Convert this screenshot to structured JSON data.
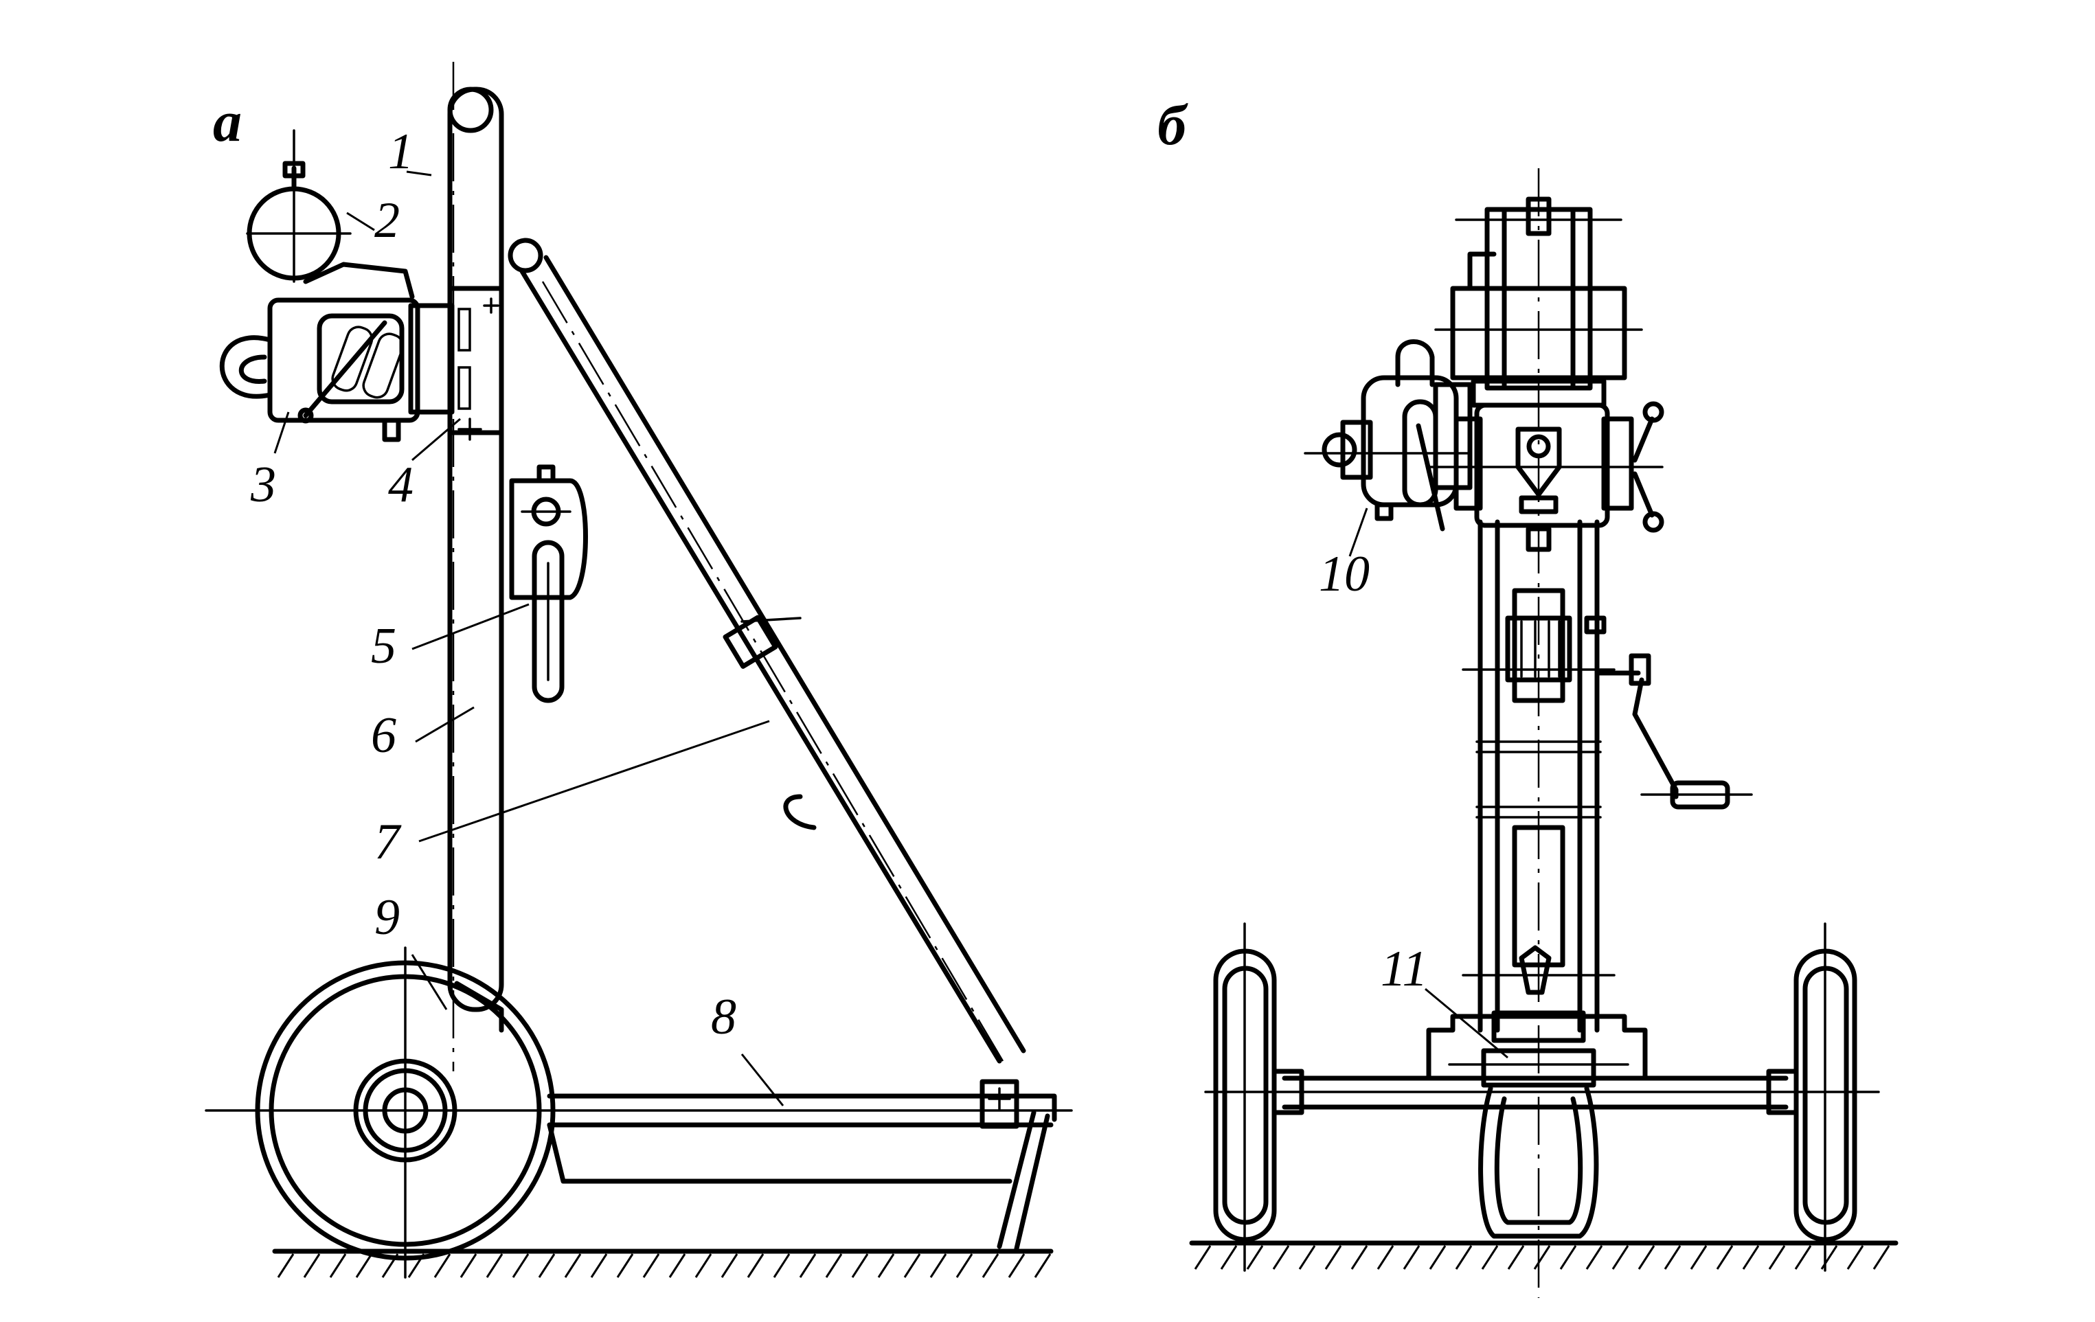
{
  "views": {
    "side": "а",
    "front": "б"
  },
  "callouts": [
    "1",
    "2",
    "3",
    "4",
    "5",
    "6",
    "7",
    "8",
    "9",
    "10",
    "11"
  ]
}
